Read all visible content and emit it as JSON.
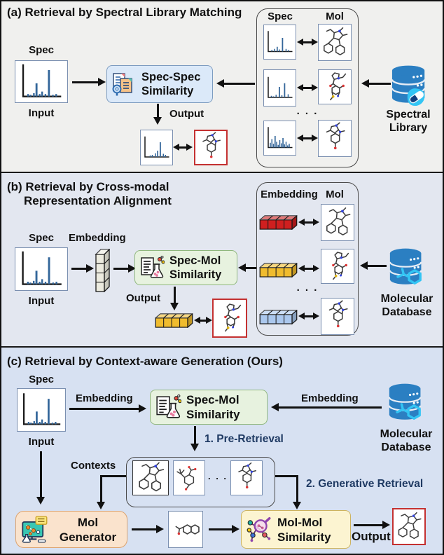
{
  "panels": {
    "a": {
      "title": "(a) Retrieval by Spectral Library Matching",
      "spec_label": "Spec",
      "input_label": "Input",
      "similarity_line1": "Spec-Spec",
      "similarity_line2": "Similarity",
      "output_label": "Output",
      "library": {
        "col_spec": "Spec",
        "col_mol": "Mol",
        "ellipsis": ". . ."
      },
      "database_line1": "Spectral",
      "database_line2": "Library"
    },
    "b": {
      "title_line1": "(b) Retrieval by Cross-modal",
      "title_line2": "Representation Alignment",
      "spec_label": "Spec",
      "embedding_label": "Embedding",
      "input_label": "Input",
      "similarity_line1": "Spec-Mol",
      "similarity_line2": "Similarity",
      "output_label": "Output",
      "library": {
        "col_embedding": "Embedding",
        "col_mol": "Mol",
        "ellipsis": ". . ."
      },
      "database_line1": "Molecular",
      "database_line2": "Database"
    },
    "c": {
      "title": "(c) Retrieval by Context-aware Generation (Ours)",
      "spec_label": "Spec",
      "input_label": "Input",
      "embedding_left_label": "Embedding",
      "embedding_right_label": "Embedding",
      "similarity_line1": "Spec-Mol",
      "similarity_line2": "Similarity",
      "pre_retrieval_label": "1. Pre-Retrieval",
      "contexts_label": "Contexts",
      "contexts_ellipsis": ". . .",
      "generative_retrieval_label": "2. Generative Retrieval",
      "generator_line1": "Mol",
      "generator_line2": "Generator",
      "molmol_line1": "Mol-Mol",
      "molmol_line2": "Similarity",
      "output_label": "Output",
      "database_line1": "Molecular",
      "database_line2": "Database"
    }
  },
  "icons": {
    "spec_spec_similarity": "documents-magnifier-icon",
    "spec_mol_similarity": "document-flask-icon",
    "mol_mol_similarity": "molecule-magnifier-icon",
    "mol_generator": "computer-monitor-icon",
    "spectral_library": "database-liver-pill-icon",
    "molecular_database": "database-molecule-icon"
  },
  "colors": {
    "panel_a_bg": "#f0f0ee",
    "panel_b_bg": "#e3e7f0",
    "panel_c_bg": "#d7e1f2",
    "spec_spec_box": "#dbe9f9",
    "spec_mol_box": "#e7f2df",
    "mol_mol_box": "#fcf4d1",
    "generator_box": "#fae3cd",
    "navy_text": "#1f3a63",
    "database_blue": "#2b7fc2",
    "database_cyan": "#33c5f4",
    "embedding_red": "#cf1f1f",
    "embedding_yellow": "#f0bc2e",
    "embedding_blue": "#abc8ee",
    "embedding_gray": "#ecebdf",
    "spectrum_bar": "#33669a",
    "highlight_border": "#c43131"
  }
}
